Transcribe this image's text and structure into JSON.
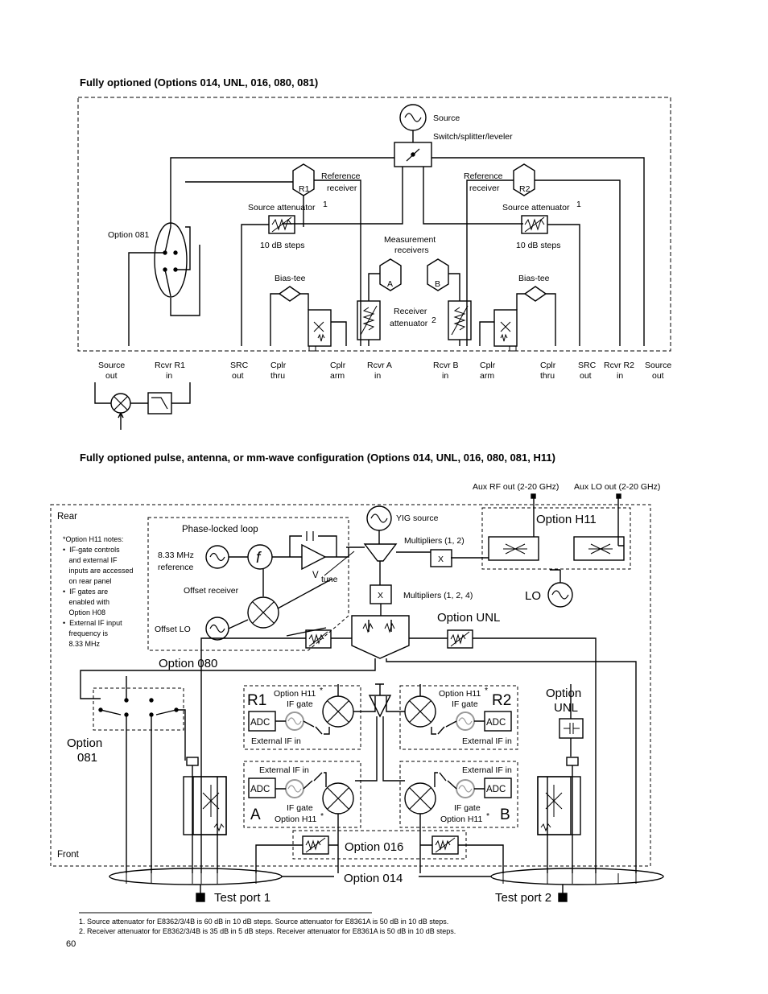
{
  "diagram1": {
    "title": "Fully optioned (Options 014, UNL, 016, 080, 081)",
    "labels": {
      "source": "Source",
      "switch": "Switch/splitter/leveler",
      "ref_receiver": "Reference",
      "ref_receiver2": "receiver",
      "r1": "R1",
      "r2": "R2",
      "src_atten": "Source attenuator",
      "sup1": "1",
      "steps": "10 dB steps",
      "opt081": "Option 081",
      "meas1": "Measurement",
      "meas2": "receivers",
      "a": "A",
      "b": "B",
      "bias_tee": "Bias-tee",
      "rcv_atten1": "Receiver",
      "rcv_atten2": "attenuator",
      "sup2": "2"
    },
    "ports": [
      [
        "Source",
        "out"
      ],
      [
        "Rcvr R1",
        "in"
      ],
      [
        "SRC",
        "out"
      ],
      [
        "Cplr",
        "thru"
      ],
      [
        "Cplr",
        "arm"
      ],
      [
        "Rcvr A",
        "in"
      ],
      [
        "Rcvr B",
        "in"
      ],
      [
        "Cplr",
        "arm"
      ],
      [
        "Cplr",
        "thru"
      ],
      [
        "SRC",
        "out"
      ],
      [
        "Rcvr R2",
        "in"
      ],
      [
        "Source",
        "out"
      ]
    ]
  },
  "diagram2": {
    "title": "Fully optioned pulse, antenna, or mm-wave configuration  (Options 014, UNL, 016, 080, 081, H11)",
    "labels": {
      "aux_rf": "Aux RF out (2-20 GHz)",
      "aux_lo": "Aux LO out (2-20 GHz)",
      "rear": "Rear",
      "front": "Front",
      "yig": "YIG source",
      "optH11": "Option H11",
      "pll": "Phase-locked loop",
      "ref833a": "8.33 MHz",
      "ref833b": "reference",
      "f": "f",
      "vtune": "V",
      "vtune_sub": "tune",
      "mult12": "Multipliers (1, 2)",
      "mult124": "Multipliers (1, 2, 4)",
      "x": "X",
      "lo": "LO",
      "offset_rcvr": "Offset receiver",
      "offset_lo": "Offset LO",
      "optUNL": "Option UNL",
      "opt080": "Option 080",
      "optUNL2a": "Option",
      "optUNL2b": "UNL",
      "opt081a": "Option",
      "opt081b": "081",
      "optH11s": "Option H11",
      "star": "*",
      "ifgate": "IF gate",
      "extif": "External IF in",
      "adc": "ADC",
      "r1": "R1",
      "r2": "R2",
      "a": "A",
      "b": "B",
      "opt016": "Option 016",
      "opt014": "Option 014",
      "tp1": "Test port 1",
      "tp2": "Test port 2"
    },
    "notes": [
      "*Option H11 notes:",
      "•  IF-gate controls",
      "   and external IF",
      "   inputs are accessed",
      "   on rear panel",
      "•  IF gates are",
      "   enabled with",
      "   Option H08",
      "•  External IF input",
      "   frequency is",
      "   8.33 MHz"
    ]
  },
  "footnotes": [
    "1.  Source attenuator for E8362/3/4B is 60 dB in 10 dB steps. Source attenuator for E8361A is 50 dB in 10 dB steps.",
    "2.  Receiver attenuator for E8362/3/4B is 35 dB in 5 dB steps. Receiver attenuator for  E8361A is 50 dB in 10 dB steps."
  ],
  "page_number": "60"
}
